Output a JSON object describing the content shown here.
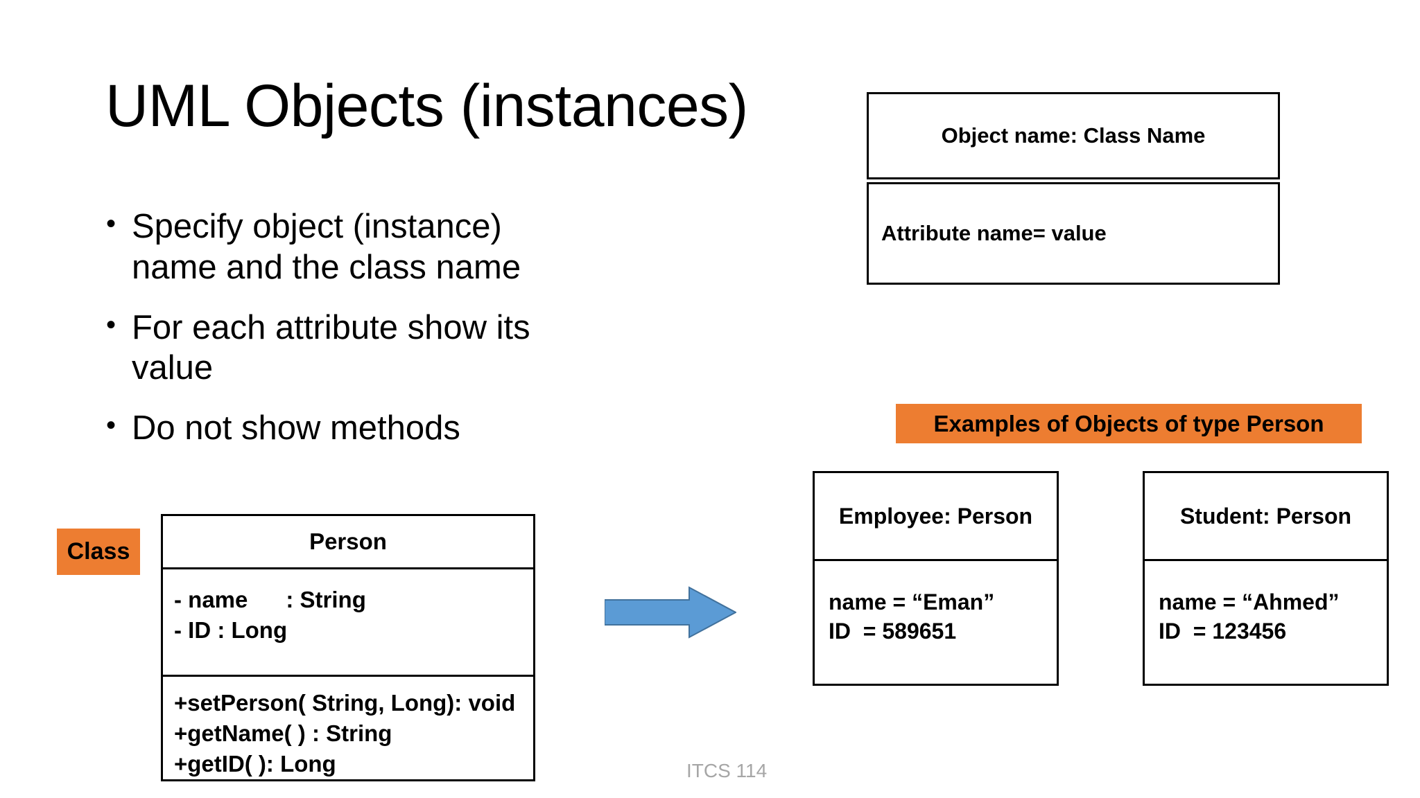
{
  "slide": {
    "title": "UML Objects (instances)",
    "footer": "ITCS 114",
    "bullets": [
      "Specify object (instance) name and the class name",
      "For each attribute show its value",
      "Do not show methods"
    ]
  },
  "template_object": {
    "header": "Object name: Class Name",
    "attribute_line": "Attribute name= value"
  },
  "badges": {
    "class_label": "Class",
    "examples_banner": "Examples of Objects of type Person"
  },
  "person_class": {
    "name": "Person",
    "attributes": [
      "- name      : String",
      "- ID : Long"
    ],
    "methods": [
      "+setPerson( String, Long): void",
      "+getName( ) : String",
      "+getID( ): Long"
    ]
  },
  "instances": [
    {
      "header": "Employee: Person",
      "attributes": [
        "name = “Eman”",
        "ID  = 589651"
      ]
    },
    {
      "header": "Student: Person",
      "attributes": [
        "name = “Ahmed”",
        "ID  = 123456"
      ]
    }
  ],
  "arrow": {
    "icon": "right-arrow-icon",
    "fill": "#5B9BD5",
    "stroke": "#41719C"
  },
  "colors": {
    "accent_orange": "#ED7D31",
    "box_border": "#000000",
    "footer_gray": "#A6A6A6",
    "background": "#FFFFFF"
  }
}
